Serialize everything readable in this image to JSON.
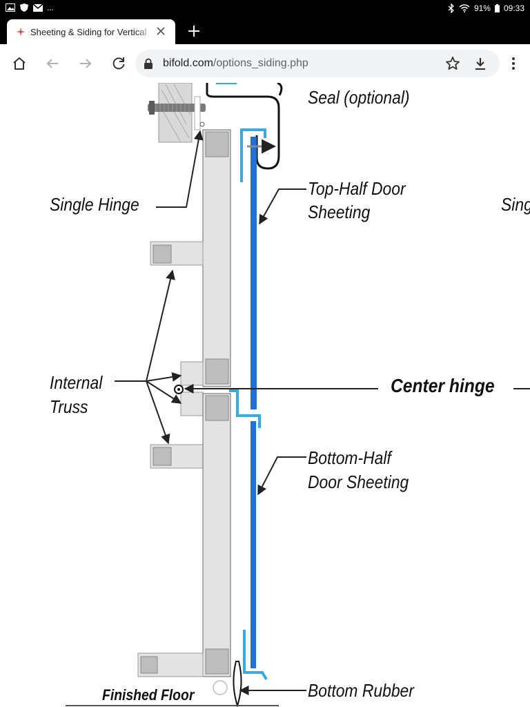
{
  "status_bar": {
    "notif_more": "...",
    "battery": "91%",
    "time": "09:33"
  },
  "tab": {
    "title": "Sheeting & Siding for Vertical"
  },
  "address_bar": {
    "domain": "bifold.com",
    "path": "/options_siding.php"
  },
  "diagram": {
    "labels": {
      "seal_optional": "Seal (optional)",
      "single_hinge": "Single Hinge",
      "top_half_line1": "Top-Half Door",
      "top_half_line2": "Sheeting",
      "sing_cut": "Sing",
      "internal_line1": "Internal",
      "internal_line2": "Truss",
      "center_hinge": "Center hinge",
      "bottom_half_line1": "Bottom-Half",
      "bottom_half_line2": "Door Sheeting",
      "bottom_rubber": "Bottom Rubber",
      "finished_floor": "Finished Floor"
    },
    "colors": {
      "sheeting_blue": "#1f6fe0",
      "flashing_blue": "#39a9e0",
      "frame_gray": "#e3e3e3",
      "square_gray": "#bdbdbd"
    }
  }
}
